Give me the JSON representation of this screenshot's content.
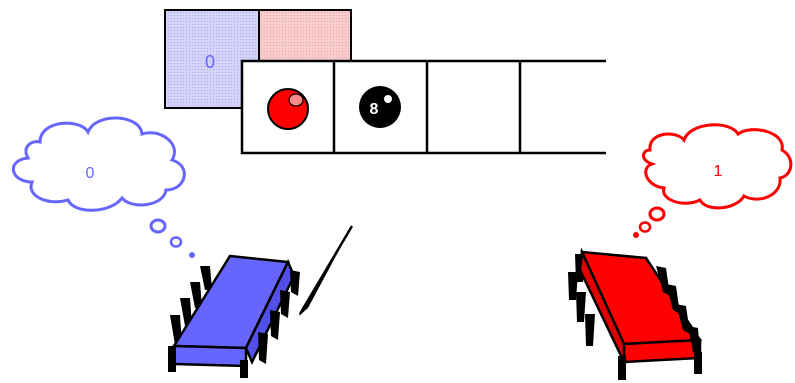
{
  "colors": {
    "blue": "#6666ff",
    "blue_light": "#d4d4fb",
    "red": "#ff0000",
    "red_light": "#f7c8c8",
    "black": "#000000"
  },
  "registers": {
    "blue_value": "0",
    "red_value": ""
  },
  "tape": {
    "cells": [
      {
        "content": "red-ball"
      },
      {
        "content": "eight-ball",
        "label": "8"
      },
      {
        "content": "empty"
      },
      {
        "content": "empty"
      }
    ]
  },
  "thoughts": {
    "blue": "0",
    "red": "1"
  },
  "icons": {
    "chips": [
      "blue-chip-icon",
      "red-chip-icon"
    ],
    "balls": [
      "red-ball-icon",
      "eight-ball-icon"
    ],
    "clouds": [
      "thought-cloud-blue-icon",
      "thought-cloud-red-icon"
    ]
  }
}
